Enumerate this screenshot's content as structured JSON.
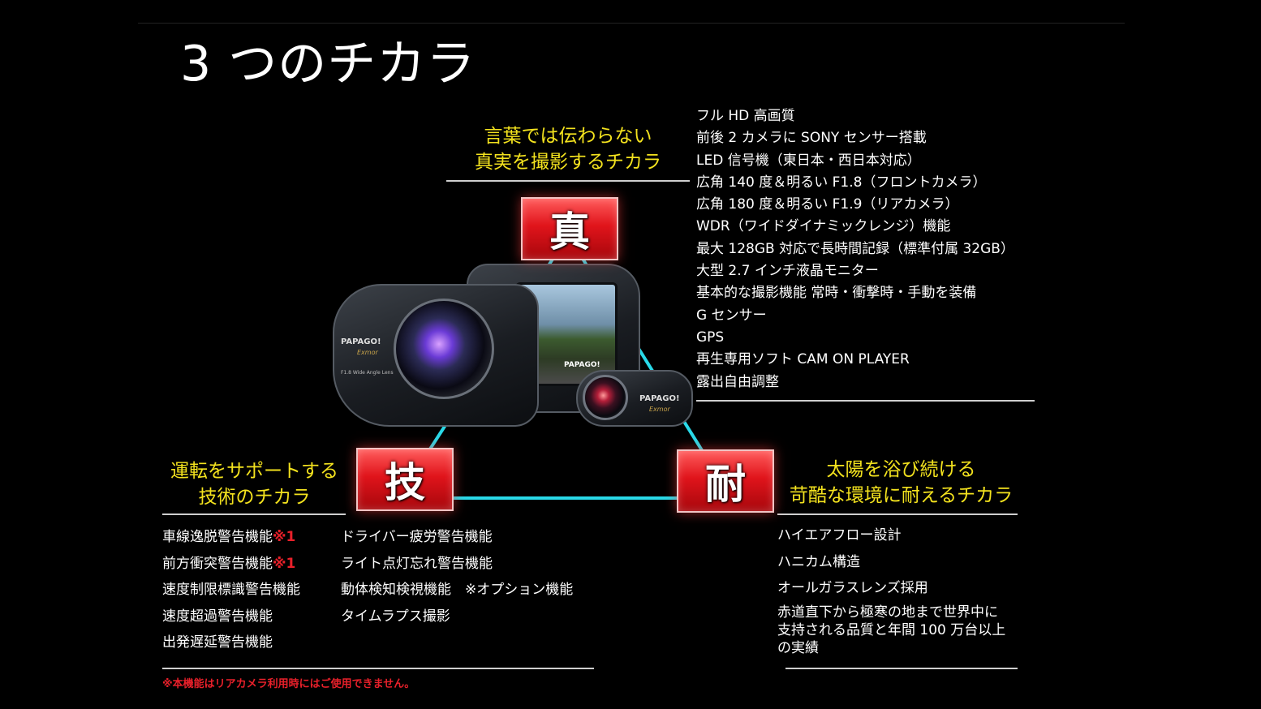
{
  "title": "3 つのチカラ",
  "top_section": {
    "heading_line1": "言葉では伝わらない",
    "heading_line2": "真実を撮影するチカラ",
    "badge": "真",
    "features": [
      "フル HD 高画質",
      "前後 2 カメラに SONY センサー搭載",
      "LED 信号機（東日本・西日本対応）",
      "広角 140 度＆明るい F1.8（フロントカメラ）",
      "広角 180 度＆明るい F1.9（リアカメラ）",
      "WDR（ワイドダイナミックレンジ）機能",
      "最大 128GB 対応で長時間記録（標準付属 32GB）",
      "大型 2.7 インチ液晶モニター",
      "基本的な撮影機能 常時・衝撃時・手動を装備",
      "G センサー",
      "GPS",
      "再生専用ソフト CAM ON PLAYER",
      "露出自由調整"
    ]
  },
  "left_section": {
    "heading_line1": "運転をサポートする",
    "heading_line2": "技術のチカラ",
    "badge": "技",
    "col1": [
      {
        "text": "車線逸脱警告機能",
        "mark": "※1"
      },
      {
        "text": "前方衝突警告機能",
        "mark": "※1"
      },
      {
        "text": "速度制限標識警告機能",
        "mark": ""
      },
      {
        "text": "速度超過警告機能",
        "mark": ""
      },
      {
        "text": "出発遅延警告機能",
        "mark": ""
      }
    ],
    "col2": [
      "ドライバー疲労警告機能",
      "ライト点灯忘れ警告機能",
      "動体検知検視機能　※オプション機能",
      "タイムラプス撮影"
    ],
    "footnote": "※本機能はリアカメラ利用時にはご使用できません。"
  },
  "right_section": {
    "heading_line1": "太陽を浴び続ける",
    "heading_line2": "苛酷な環境に耐えるチカラ",
    "badge": "耐",
    "features": [
      "ハイエアフロー設計",
      "ハニカム構造",
      "オールガラスレンズ採用"
    ],
    "paragraph_line1": "赤道直下から極寒の地まで世界中に",
    "paragraph_line2": "支持される品質と年間 100 万台以上",
    "paragraph_line3": "の実績"
  },
  "product": {
    "brand": "PAPAGO!",
    "model_script": "Exmor",
    "lens_label": "F1.8 Wide Angle Lens"
  },
  "colors": {
    "accent_yellow": "#f3e21e",
    "badge_red": "#e0141b",
    "triangle_cyan": "#29d9e8",
    "note_red": "#e8202a"
  }
}
